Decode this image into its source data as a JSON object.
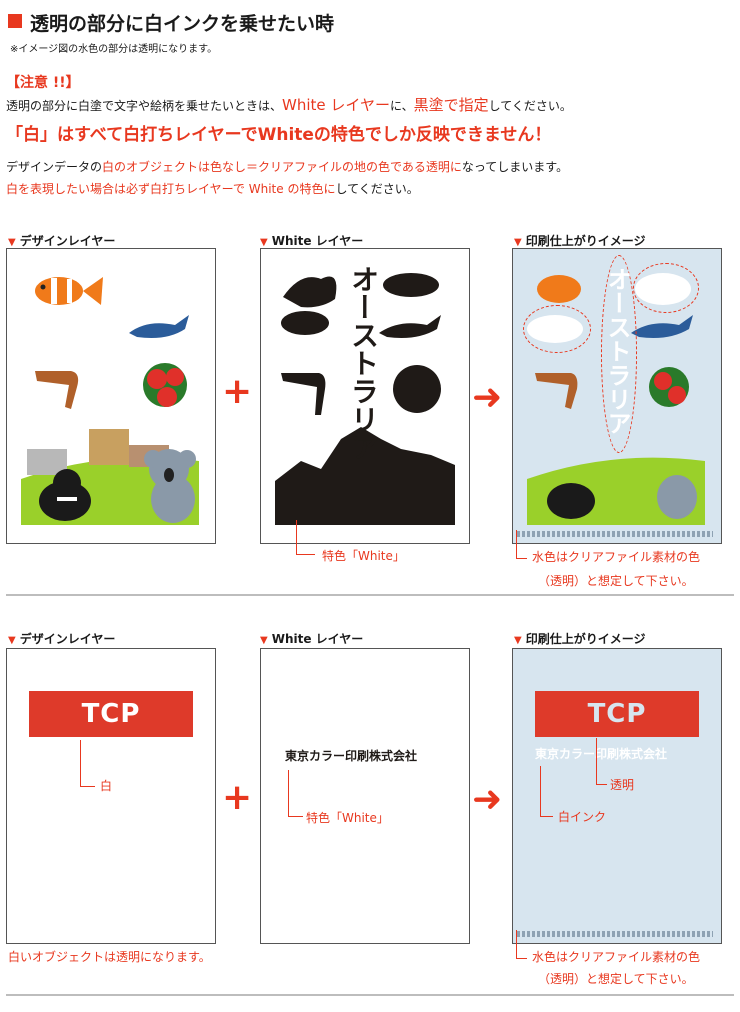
{
  "header": {
    "title": "透明の部分に白インクを乗せたい時",
    "note": "※イメージ図の水色の部分は透明になります。"
  },
  "caution": {
    "label": "【注意 !!】",
    "line1_a": "透明の部分に白塗で文字や絵柄を乗せたいときは、",
    "line1_b": "White レイヤー",
    "line1_c": "に、",
    "line1_d": "黒塗で指定",
    "line1_e": "してください。",
    "line2": "「白」はすべて白打ちレイヤーでWhiteの特色でしか反映できません！",
    "line3_a": "デザインデータの",
    "line3_b": "白のオブジェクトは色なし＝クリアファイルの地の色である透明に",
    "line3_c": "なってしまいます。",
    "line4_a": "白を表現したい場合は必ず白打ちレイヤーで White の特色に",
    "line4_b": "してください。"
  },
  "section1": {
    "label_design": "デザインレイヤー",
    "label_white": "White レイヤー",
    "label_print": "印刷仕上がりイメージ",
    "vertical_text": "オーストラリア",
    "ann_white": "特色「White」",
    "ann_print_1": "水色はクリアファイル素材の色",
    "ann_print_2": "（透明）と想定して下さい。"
  },
  "section2": {
    "label_design": "デザインレイヤー",
    "label_white": "White レイヤー",
    "label_print": "印刷仕上がりイメージ",
    "logo": "TCP",
    "company": "東京カラー印刷株式会社",
    "ann_white_design": "白",
    "ann_white_layer": "特色「White」",
    "ann_transparent": "透明",
    "ann_white_ink": "白インク",
    "note_design": "白いオブジェクトは透明になります。",
    "ann_print_1": "水色はクリアファイル素材の色",
    "ann_print_2": "（透明）と想定して下さい。"
  },
  "symbols": {
    "plus": "+",
    "arrow": "➜",
    "triangle": "▼"
  },
  "colors": {
    "accent": "#e8381f",
    "clear_file": "#d7e5ef",
    "logo_red": "#de3a2a"
  }
}
